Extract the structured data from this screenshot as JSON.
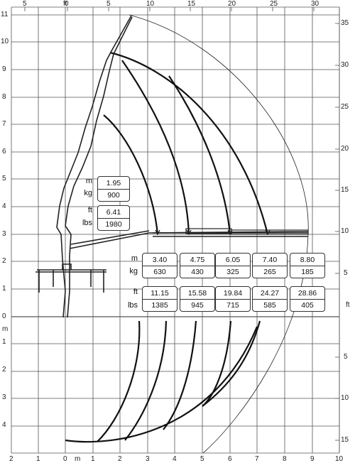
{
  "top_axis": {
    "unit": "ft",
    "ticks": [
      "5",
      "0",
      "5",
      "10",
      "15",
      "20",
      "25",
      "30"
    ]
  },
  "bottom_axis": {
    "unit": "m",
    "ticks": [
      "2",
      "1",
      "0",
      "1",
      "2",
      "3",
      "4",
      "5",
      "6",
      "7",
      "8",
      "9",
      "10"
    ]
  },
  "left_axis": {
    "unit": "m",
    "upper_ticks": [
      "11",
      "10",
      "9",
      "8",
      "7",
      "6",
      "5",
      "4",
      "3",
      "2",
      "1",
      "0"
    ],
    "lower_ticks": [
      "1",
      "2",
      "3",
      "4"
    ]
  },
  "right_axis": {
    "unit": "ft",
    "upper_ticks": [
      "35",
      "30",
      "25",
      "20",
      "15",
      "10",
      "5"
    ],
    "lower_ticks": [
      "5",
      "10",
      "15"
    ]
  },
  "small_table": {
    "m_label": "m",
    "kg_label": "kg",
    "ft_label": "ft",
    "lbs_label": "lbs",
    "m": "1.95",
    "kg": "900",
    "ft": "6.41",
    "lbs": "1980"
  },
  "load_table": {
    "m_label": "m",
    "kg_label": "kg",
    "ft_label": "ft",
    "lbs_label": "lbs",
    "columns": [
      {
        "m": "3.40",
        "kg": "630",
        "ft": "11.15",
        "lbs": "1385"
      },
      {
        "m": "4.75",
        "kg": "430",
        "ft": "15.58",
        "lbs": "945"
      },
      {
        "m": "6.05",
        "kg": "325",
        "ft": "19.84",
        "lbs": "715"
      },
      {
        "m": "7.40",
        "kg": "265",
        "ft": "24.27",
        "lbs": "585"
      },
      {
        "m": "8.80",
        "kg": "185",
        "ft": "28.86",
        "lbs": "405"
      }
    ]
  },
  "colors": {
    "grid": "#555555",
    "curve": "#111111",
    "boom": "#222222"
  }
}
